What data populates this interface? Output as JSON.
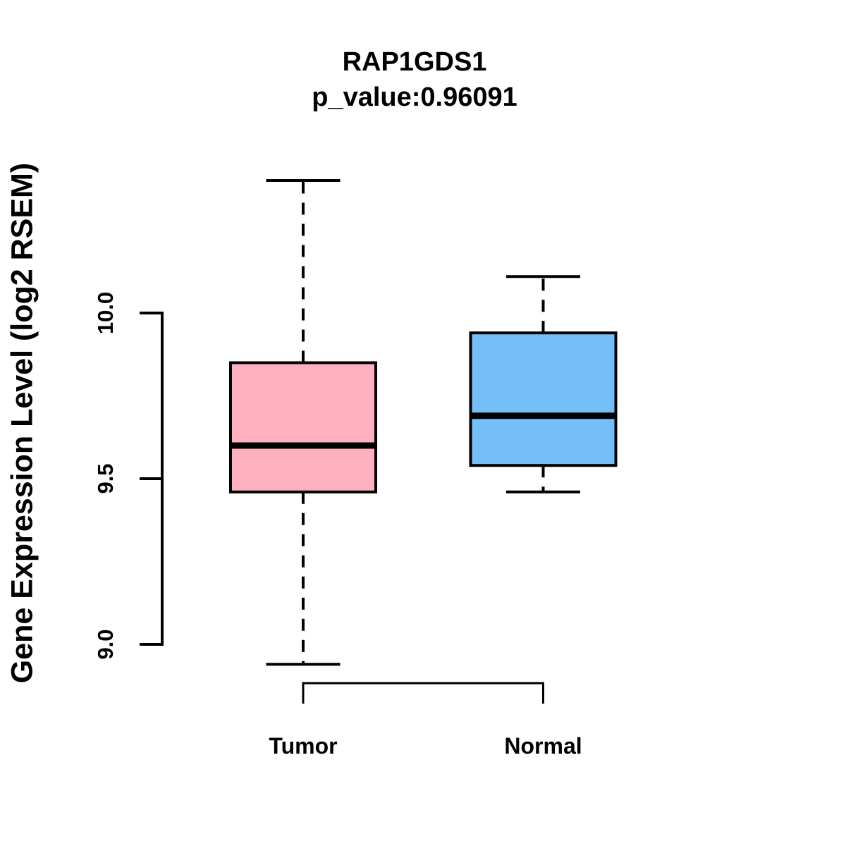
{
  "title": {
    "line1": "RAP1GDS1",
    "line2": "p_value:0.96091"
  },
  "y_axis": {
    "label": "Gene Expression Level (log2 RSEM)",
    "ticks": [
      {
        "label": "9.0",
        "value": 9.0
      },
      {
        "label": "9.5",
        "value": 9.5
      },
      {
        "label": "10.0",
        "value": 10.0
      }
    ]
  },
  "chart_data": {
    "type": "boxplot",
    "title": "RAP1GDS1",
    "subtitle": "p_value:0.96091",
    "xlabel": "",
    "ylabel": "Gene Expression Level (log2 RSEM)",
    "categories": [
      "Tumor",
      "Normal"
    ],
    "y_tick_values": [
      9.0,
      9.5,
      10.0
    ],
    "ylim": [
      8.85,
      10.45
    ],
    "grid": false,
    "legend": "none",
    "series": [
      {
        "name": "Tumor",
        "whisker_low": 8.94,
        "q1": 9.46,
        "median": 9.6,
        "q3": 9.85,
        "whisker_high": 10.4,
        "outliers": [],
        "fill": "#FFB0C0"
      },
      {
        "name": "Normal",
        "whisker_low": 9.46,
        "q1": 9.54,
        "median": 9.69,
        "q3": 9.94,
        "whisker_high": 10.11,
        "outliers": [],
        "fill": "#74BFF7"
      }
    ],
    "comparison_bracket": {
      "between": [
        "Tumor",
        "Normal"
      ]
    }
  },
  "colors": {
    "tumor_fill": "#FFB0C0",
    "normal_fill": "#74BFF7",
    "line": "#000000",
    "background": "#FFFFFF"
  }
}
